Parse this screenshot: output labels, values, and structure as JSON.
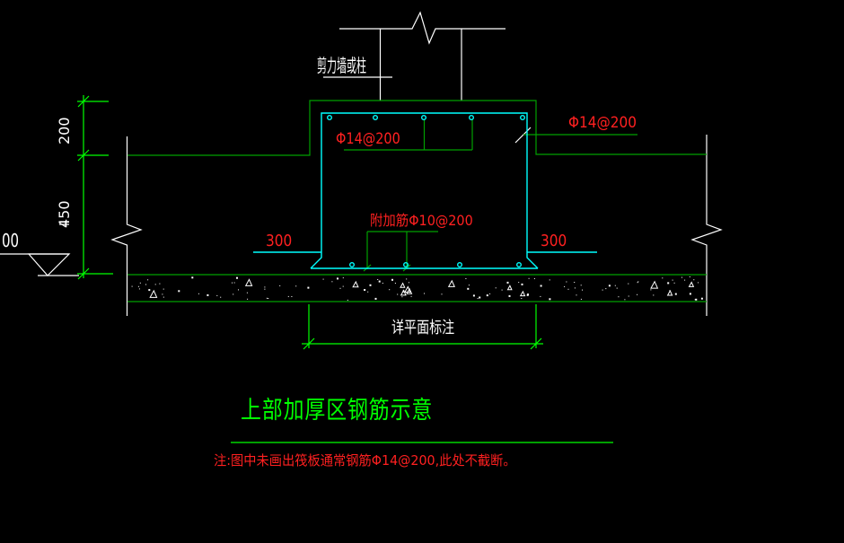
{
  "drawing": {
    "title": "上部加厚区钢筋示意",
    "note": "注:图中未画出筏板通常钢筋Φ14@200,此处不截断。",
    "labels": {
      "wall_column": "剪力墙或柱",
      "top_rebar_left": "Φ14@200",
      "top_rebar_right": "Φ14@200",
      "additional_rebar": "附加筋Φ10@200",
      "extension_left": "300",
      "extension_right": "300",
      "plan_dim": "详平面标注"
    },
    "dimensions": {
      "upper_step": "200",
      "lower_depth": "450",
      "elevation_partial": "00"
    },
    "colors": {
      "background": "#000000",
      "dimension_green": "#00ff00",
      "outline_green": "#00a000",
      "rebar_cyan": "#00ffff",
      "annotation_red": "#ff2020",
      "line_white": "#ffffff"
    }
  }
}
